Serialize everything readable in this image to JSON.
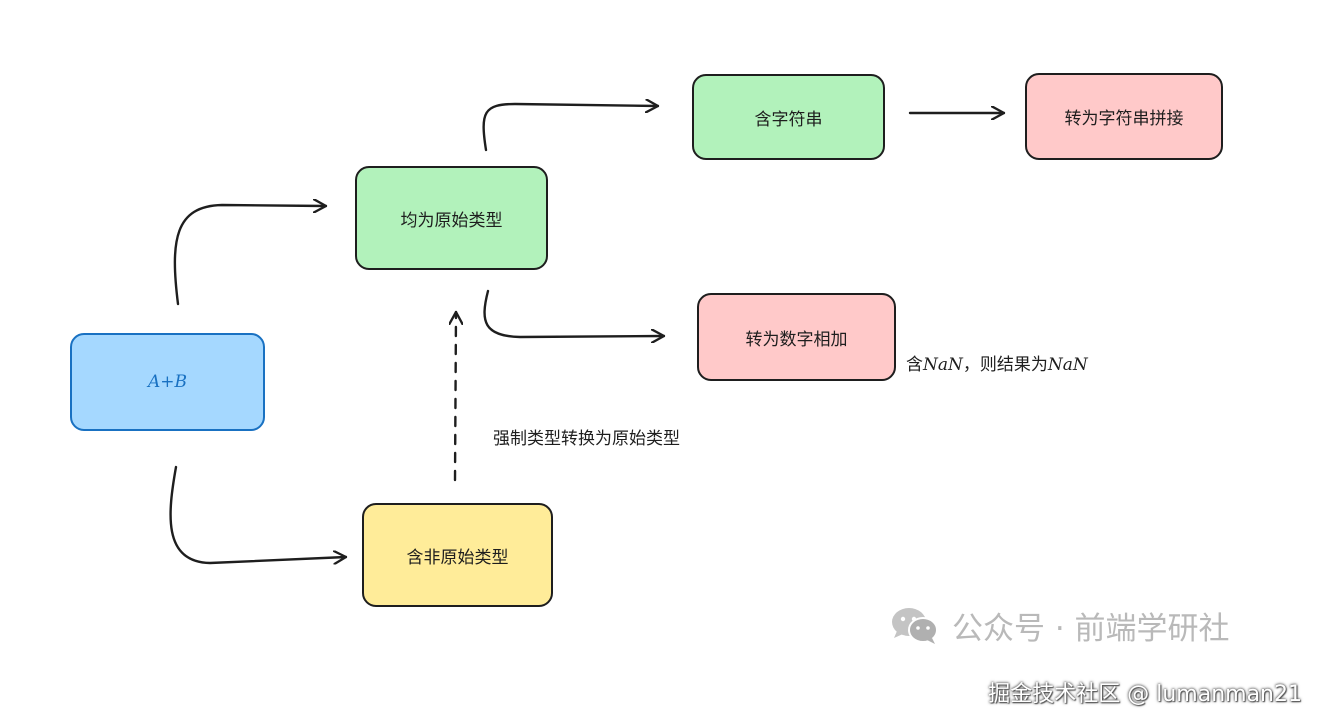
{
  "nodes": {
    "a_plus_b": "A+B",
    "all_primitive": "均为原始类型",
    "contains_string": "含字符串",
    "to_string_concat": "转为字符串拼接",
    "to_number_add": "转为数字相加",
    "contains_non_primitive": "含非原始类型"
  },
  "labels": {
    "nan_prefix": "含",
    "nan_word": "NaN",
    "nan_middle": "，则结果为",
    "coerce": "强制类型转换为原始类型"
  },
  "watermarks": {
    "wechat": "公众号 · 前端学研社",
    "juejin": "掘金技术社区 @ lumanman21"
  },
  "colors": {
    "blue_fill": "#a5d8ff",
    "blue_stroke": "#1971c2",
    "green_fill": "#b2f2bb",
    "red_fill": "#ffc9c9",
    "yellow_fill": "#ffec99",
    "stroke": "#1e1e1e"
  }
}
